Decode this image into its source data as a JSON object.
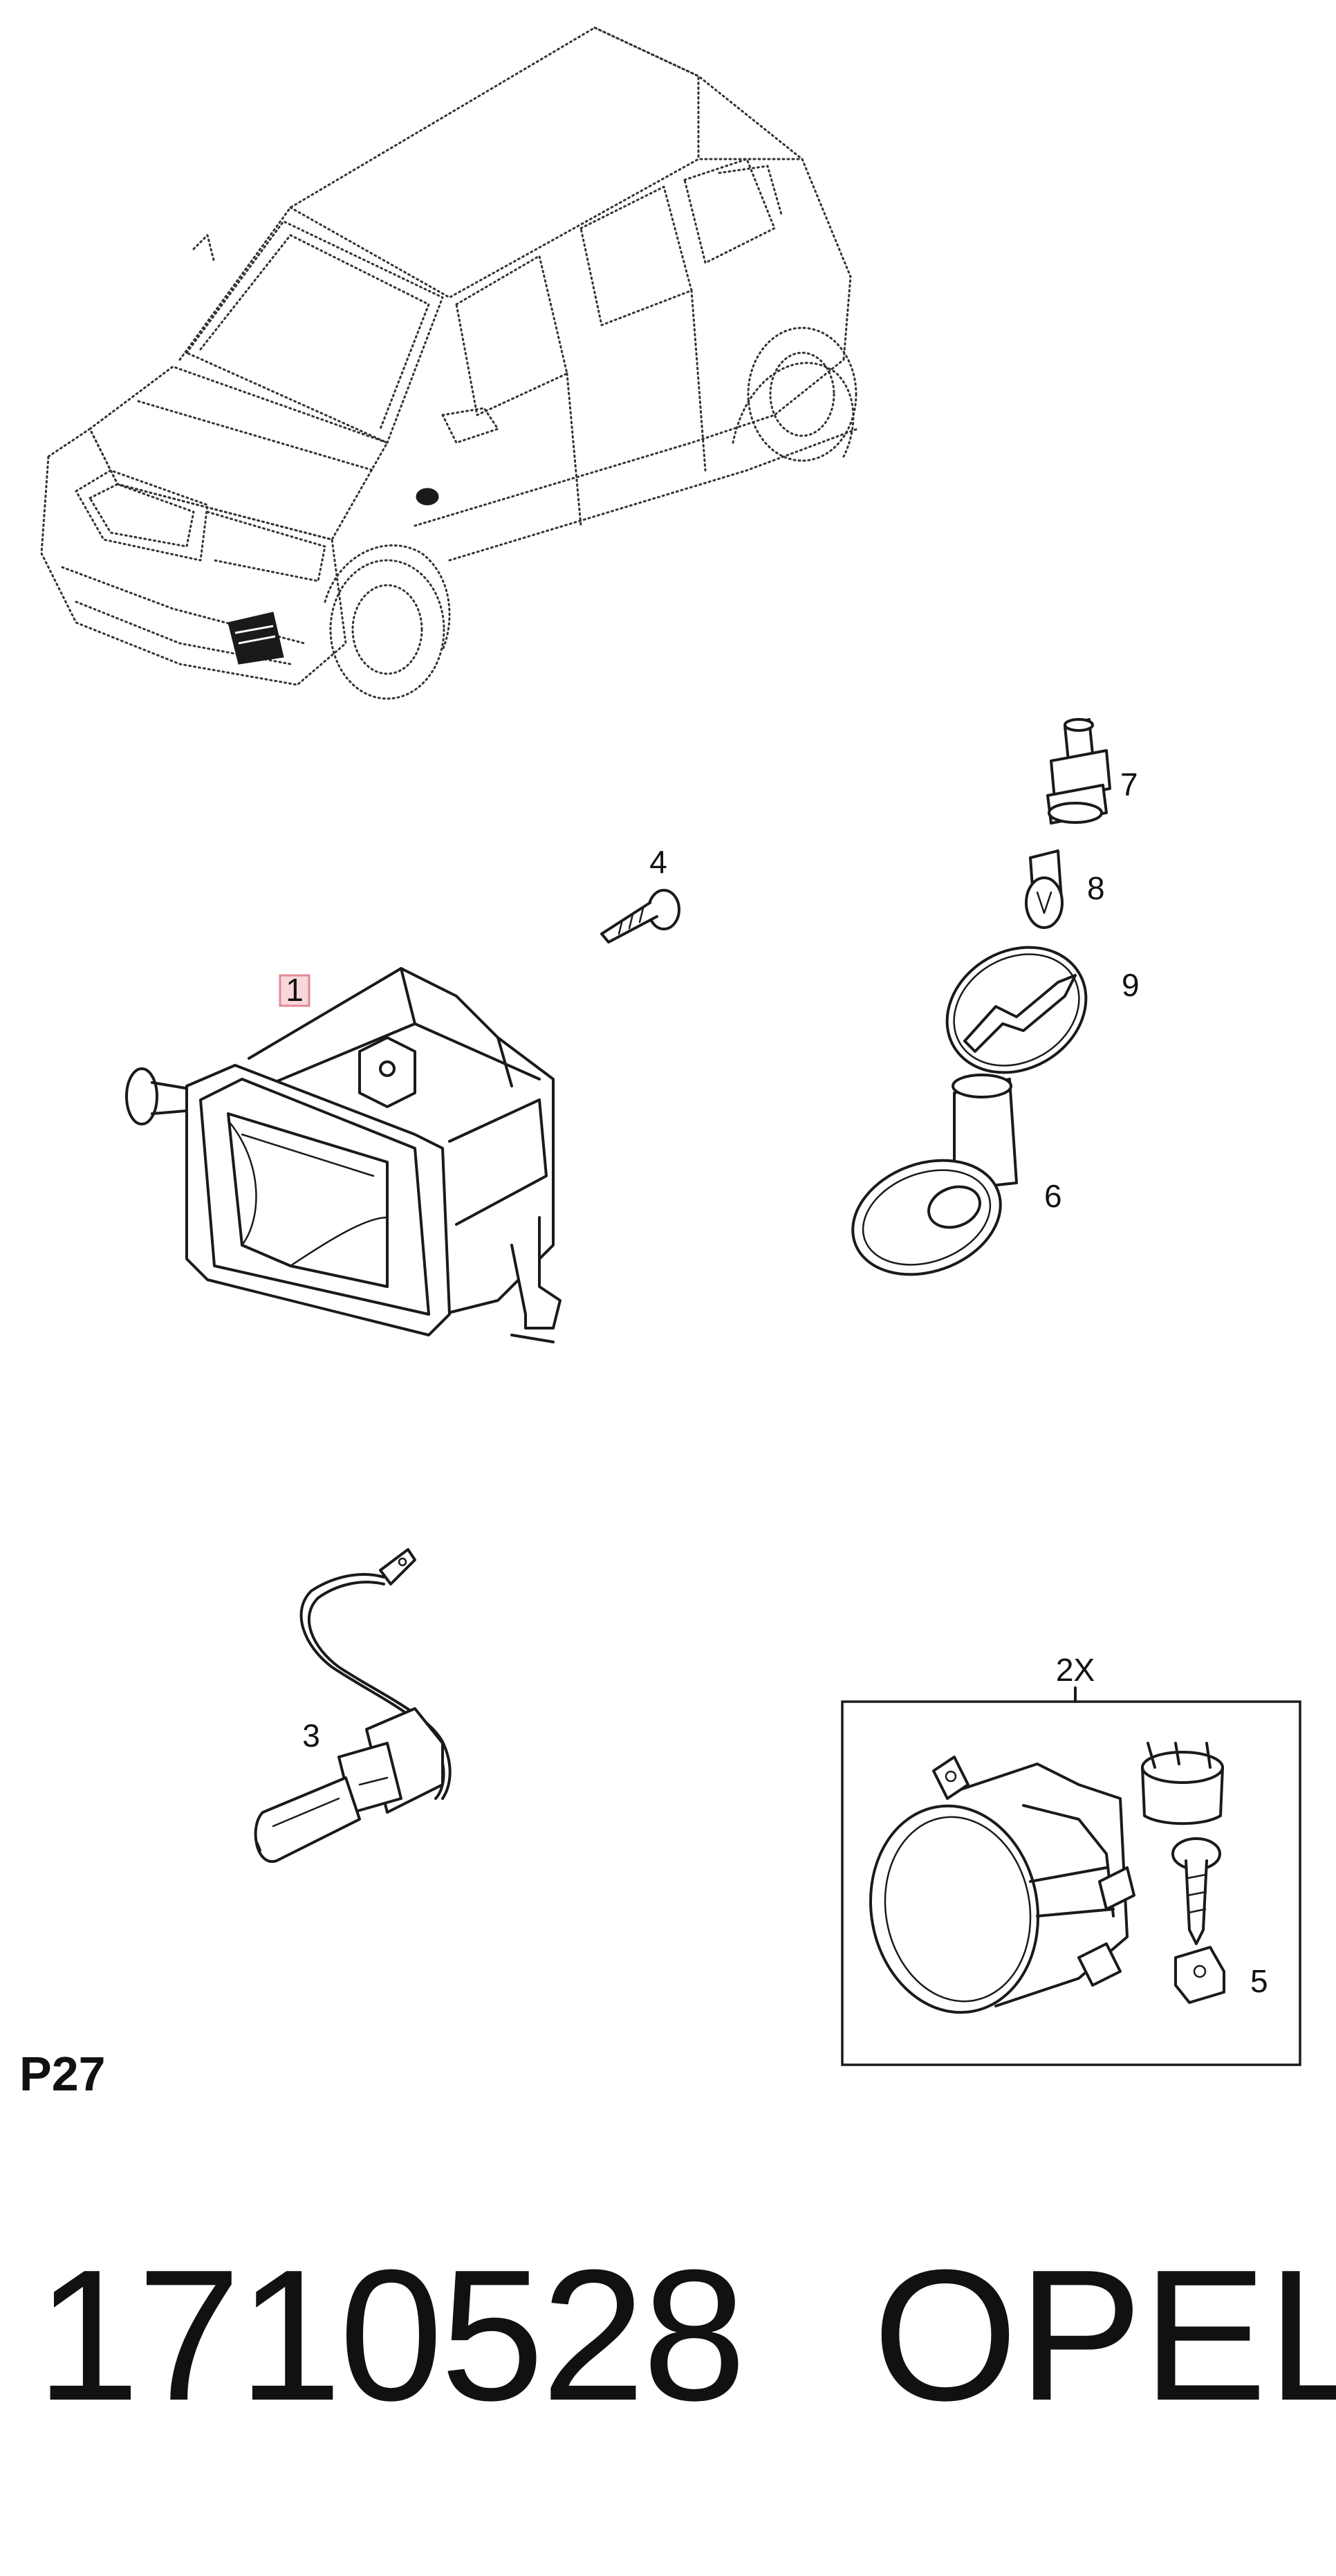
{
  "callouts": {
    "item_1": "1",
    "item_2x": "2X",
    "item_3": "3",
    "item_4": "4",
    "item_5": "5",
    "item_6": "6",
    "item_7": "7",
    "item_8": "8",
    "item_9": "9"
  },
  "colors": {
    "highlight_fill": "#f8d7da",
    "highlight_border": "#e08a94",
    "line": "#1a1a1a"
  },
  "page_code": "P27",
  "part_number": "1710528",
  "brand": "OPEL"
}
